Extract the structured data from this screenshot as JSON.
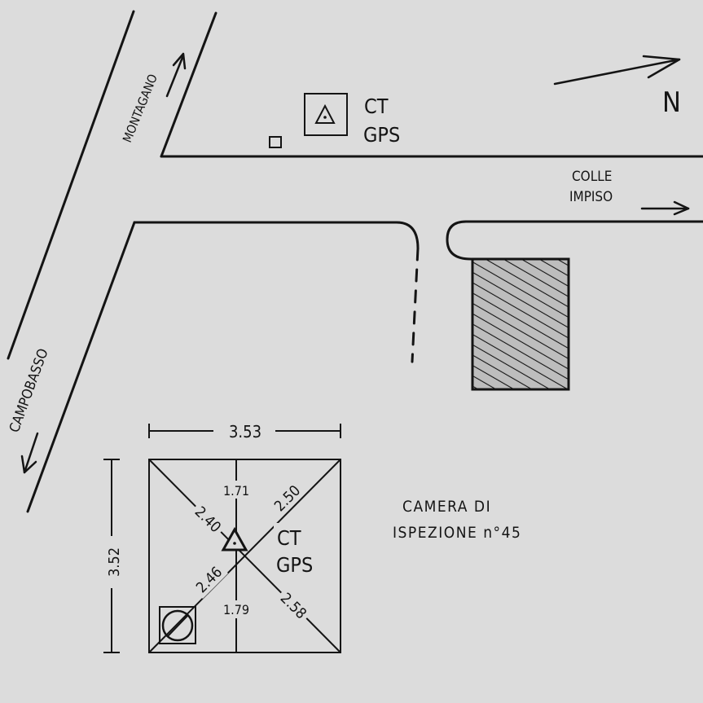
{
  "map": {
    "north_label": "N",
    "roads": {
      "montagano": "MONTAGANO",
      "campobasso": "CAMPOBASSO",
      "colle_line1": "COLLE",
      "colle_line2": "IMPISO"
    },
    "station_top": {
      "line1": "CT",
      "line2": "GPS"
    },
    "inspection": {
      "line1": "CAMERA DI",
      "line2": "ISPEZIONE n°45"
    }
  },
  "detail": {
    "width": "3.53",
    "height": "3.52",
    "dist_top": "1.71",
    "dist_bottom": "1.79",
    "diag_nw": "2.40",
    "diag_ne": "2.50",
    "diag_sw": "2.46",
    "diag_se": "2.58",
    "station": {
      "line1": "CT",
      "line2": "GPS"
    }
  },
  "colors": {
    "ink": "#141414",
    "paper": "#dcdcdc"
  },
  "icons": [
    "north-arrow-icon",
    "direction-arrow-icon",
    "triangle-marker-icon",
    "manhole-icon"
  ]
}
